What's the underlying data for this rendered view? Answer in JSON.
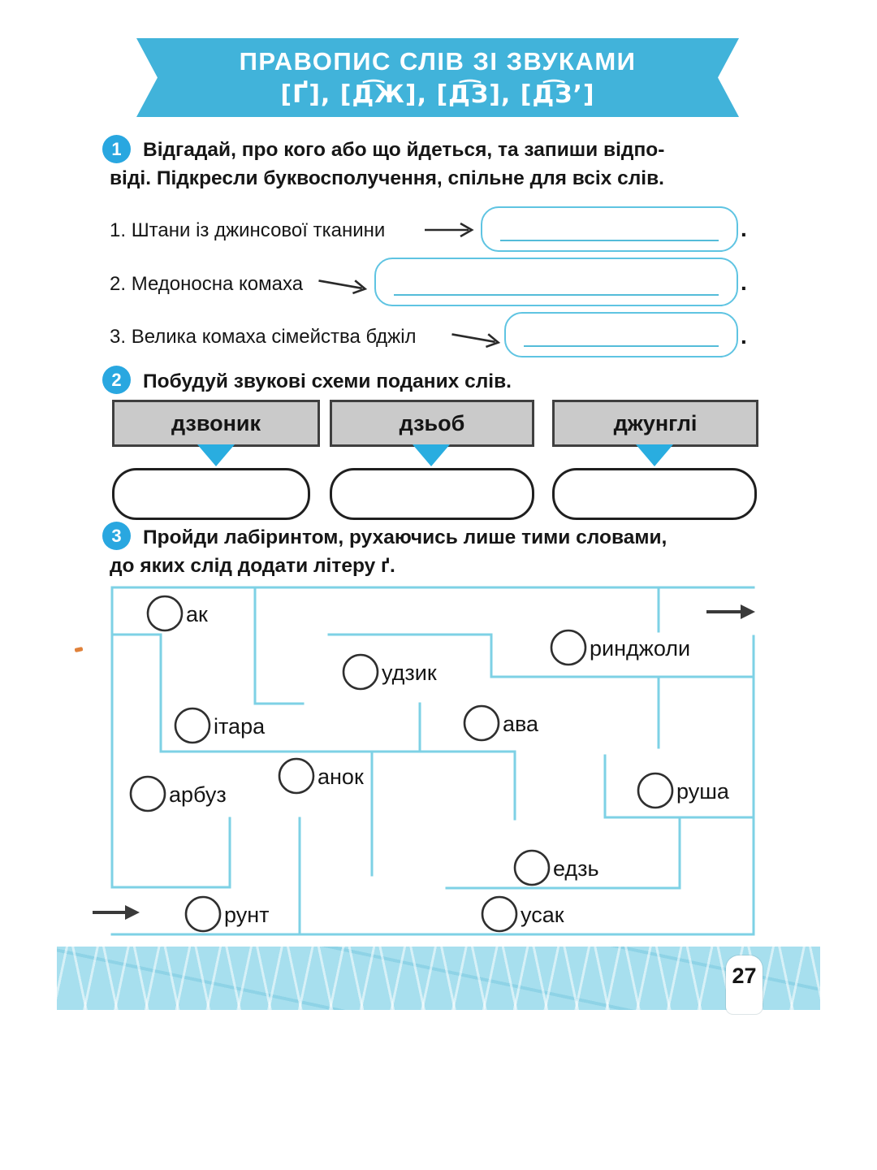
{
  "banner": {
    "line1": "ПРАВОПИС СЛІВ ЗІ ЗВУКАМИ",
    "line2": "[Ґ], [Д͡Ж], [Д͡З], [Д͡Зʼ]"
  },
  "task1": {
    "number": "1",
    "line1": "Відгадай, про кого або що йдеться, та запиши відпо-",
    "line2": "віді. Підкресли буквосполучення, спільне для всіх слів.",
    "period": ".",
    "items": [
      {
        "num": "1.",
        "text": "Штани із джинсової тканини"
      },
      {
        "num": "2.",
        "text": "Медоносна комаха"
      },
      {
        "num": "3.",
        "text": "Велика комаха сімейства бджіл"
      }
    ]
  },
  "task2": {
    "number": "2",
    "text": "Побудуй звукові схеми поданих слів.",
    "words": [
      "дзвоник",
      "дзьоб",
      "джунглі"
    ]
  },
  "task3": {
    "number": "3",
    "line1": "Пройди лабіринтом, рухаючись лише тими словами,",
    "line2": "до яких слід додати літеру ґ.",
    "maze_words": [
      "ак",
      "ринджоли",
      "удзик",
      "ітара",
      "ава",
      "анок",
      "арбуз",
      "руша",
      "едзь",
      "рунт",
      "усак"
    ]
  },
  "footer": {
    "page_number": "27"
  },
  "colors": {
    "banner_blue": "#41b3da",
    "task_circle_blue": "#29a7e0",
    "maze_wall": "#7ed1e5",
    "answer_border": "#5fc4e2",
    "triangle_blue": "#29ade0",
    "gray_box_fill": "#cacaca",
    "footer_band": "#a7dfee"
  }
}
